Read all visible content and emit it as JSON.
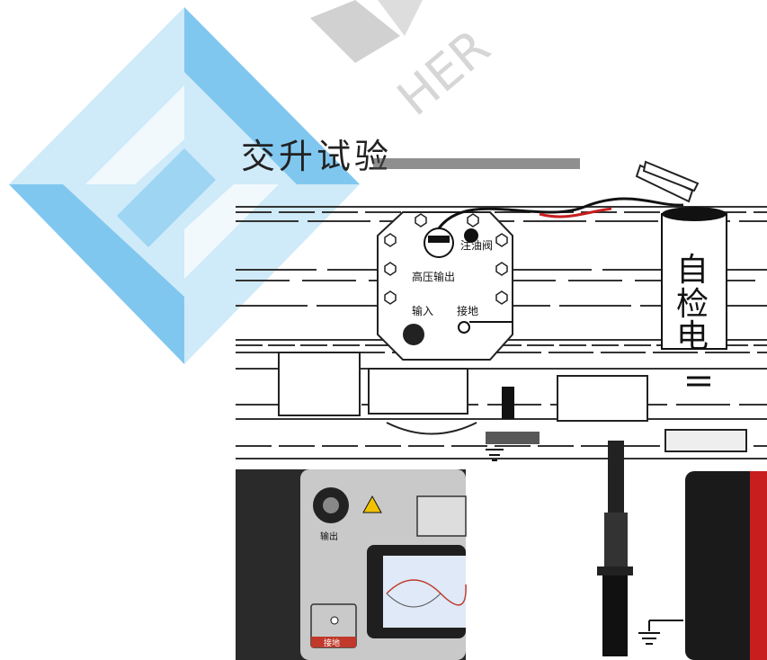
{
  "colors": {
    "logo_blue": "#3fa9e8",
    "logo_light": "#bfe3f7",
    "panel_dark": "#2a2a2a",
    "panel_grey": "#bfbfbf",
    "warning_yellow": "#f2c200",
    "label_red": "#c0392b",
    "screen_blue": "#dfe9f7",
    "wire_red": "#c81e1e"
  },
  "labels": {
    "title_partial": "交升试验",
    "oil_valve": "注油阀",
    "hv_output": "高压输出",
    "input": "输入",
    "ground": "接地",
    "self_test_1": "自",
    "self_test_2": "检",
    "self_test_3": "电",
    "panel_output": "输出",
    "panel_ground": "接地",
    "watermark": "HER"
  }
}
